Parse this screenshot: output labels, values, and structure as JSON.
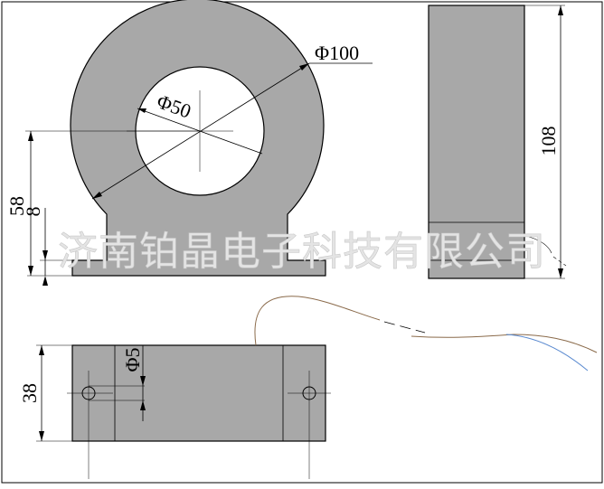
{
  "labels": {
    "outer_diameter": "Φ100",
    "inner_diameter": "Φ50",
    "total_height": "58",
    "base_height": "8",
    "body_height": "108",
    "side_height": "38",
    "hole_diameter": "Φ5"
  },
  "watermark": "济南铂晶电子科技有限公司",
  "colors": {
    "body_fill": "#a8a8a8",
    "line": "#000000",
    "wire_brown": "#8a6a4a",
    "wire_blue": "#5a8ad0",
    "background": "#ffffff"
  }
}
